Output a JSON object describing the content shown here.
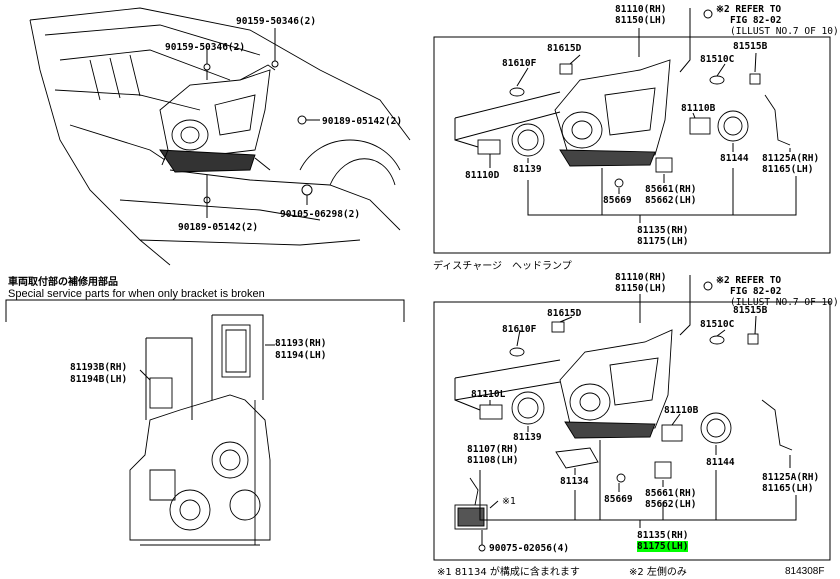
{
  "topleft": {
    "a": "90159-50346(2)",
    "b": "90159-50346(2)",
    "c": "90189-05142(2)",
    "d": "90105-06298(2)",
    "e": "90189-05142(2)"
  },
  "bracket_title_jp": "車両取付部の補修用部品",
  "bracket_title_en": "Special service parts for when only bracket is broken",
  "bracket": {
    "a1": "81193B(RH)",
    "a2": "81194B(LH)",
    "b1": "81193(RH)",
    "b2": "81194(LH)"
  },
  "top_panel": {
    "p81110": "81110(RH)",
    "p81150": "81150(LH)",
    "refer1": "※2 REFER TO",
    "refer2": "FIG 82-02",
    "refer3": "(ILLUST NO.7 OF 10)",
    "p81615d": "81615D",
    "p81610f": "81610F",
    "p81510c": "81510C",
    "p81515b": "81515B",
    "p81110b": "81110B",
    "p81110d": "81110D",
    "p81139": "81139",
    "p81144": "81144",
    "p81125a": "81125A(RH)",
    "p81165": "81165(LH)",
    "p85661": "85661(RH)",
    "p85662": "85662(LH)",
    "p85669": "85669",
    "p81135": "81135(RH)",
    "p81175": "81175(LH)"
  },
  "section_title": "ディスチャージ　ヘッドランプ",
  "bottom_panel": {
    "p81110": "81110(RH)",
    "p81150": "81150(LH)",
    "refer1": "※2 REFER TO",
    "refer2": "FIG 82-02",
    "refer3": "(ILLUST NO.7 OF 10)",
    "p81615d": "81615D",
    "p81610f": "81610F",
    "p81510c": "81510C",
    "p81515b": "81515B",
    "p81110l": "81110L",
    "p81139": "81139",
    "p81110b": "81110B",
    "p81144": "81144",
    "p81107": "81107(RH)",
    "p81108": "81108(LH)",
    "p81134": "81134",
    "p85669": "85669",
    "p85661": "85661(RH)",
    "p85662": "85662(LH)",
    "p81125a": "81125A(RH)",
    "p81165": "81165(LH)",
    "note1_mark": "※1",
    "p90075": "90075-02056(4)",
    "p81135": "81135(RH)",
    "p81175": "81175(LH)"
  },
  "footnote1": "※1  81134 が構成に含まれます",
  "footnote2": "※2 左側のみ",
  "figure_id": "814308F",
  "highlight_color": "#00ff00"
}
